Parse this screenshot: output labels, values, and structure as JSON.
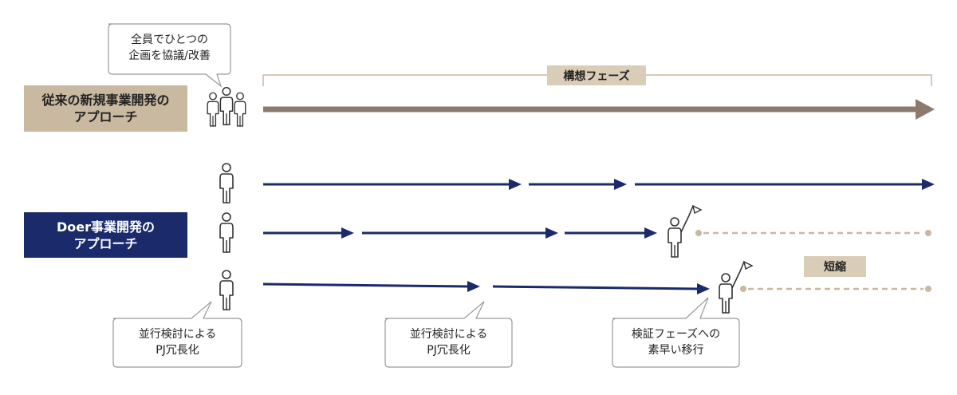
{
  "colors": {
    "beige": "#C8B9A0",
    "beige_light": "#D9CDB8",
    "navy": "#1B2A6B",
    "brown_arrow": "#8C7B6D",
    "text": "#222222",
    "line_gray": "#555555"
  },
  "icons": {
    "group": "group-of-people-icon",
    "person": "person-icon",
    "person_flag": "person-with-flag-icon"
  },
  "traditional": {
    "label": "従来の新規事業開発の\nアプローチ",
    "bubble": "全員でひとつの\n企画を協議/改善",
    "phase_label": "構想フェーズ"
  },
  "doer": {
    "label": "Doer事業開発の\nアプローチ",
    "shorten_label": "短縮"
  },
  "callouts": {
    "parallel_1": "並行検討による\nPJ冗長化",
    "parallel_2": "並行検討による\nPJ冗長化",
    "transition": "検証フェーズへの\n素早い移行"
  }
}
